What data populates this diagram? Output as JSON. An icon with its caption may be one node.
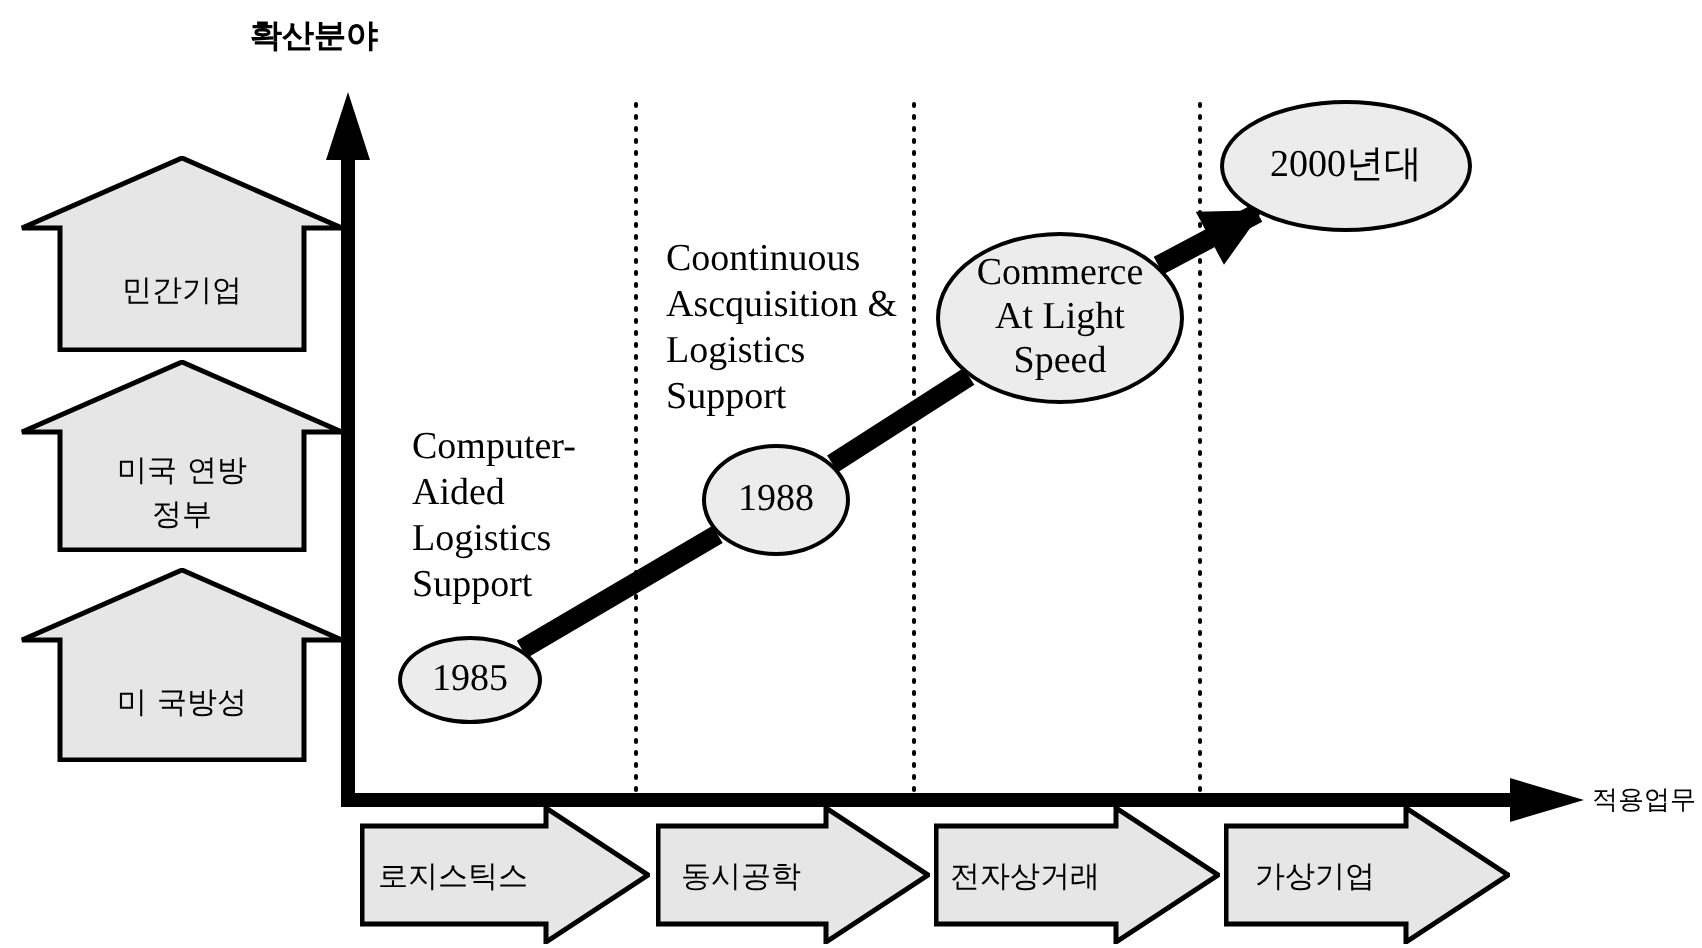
{
  "diagram": {
    "nodes": [
      {
        "text": [
          "민간기업"
        ]
      },
      {
        "text": [
          "미국 연방 정부"
        ]
      },
      {
        "text": [
          "미 국방성"
        ]
      },
      {
        "text": [
          "로지스틱스"
        ]
      },
      {
        "text": [
          "동시공학"
        ]
      },
      {
        "text": [
          "전자상거래"
        ]
      },
      {
        "text": [
          "가상기업"
        ]
      },
      {
        "text": [
          "1985"
        ],
        "beside": [
          "Computer-Aided Logistics Support"
        ]
      },
      {
        "text": [
          "1988"
        ],
        "beside": [
          "Coontinuous Ascquisition & Logistics Support"
        ]
      },
      {
        "text": [
          "Commerce At Light Speed"
        ]
      },
      {
        "text": [
          "2000년대"
        ]
      }
    ],
    "edges": [
      {
        "from": 7,
        "to": 8,
        "arrow": "none"
      },
      {
        "from": 8,
        "to": 9,
        "arrow": "none"
      },
      {
        "from": 9,
        "to": 10,
        "arrow": "to"
      }
    ],
    "labels": [
      "확산분야",
      "적용업무"
    ]
  }
}
